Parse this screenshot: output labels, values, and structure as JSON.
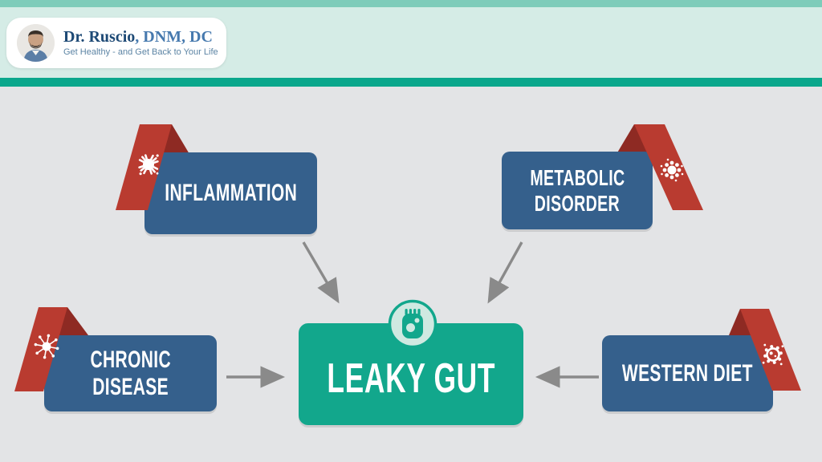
{
  "header": {
    "brand": {
      "name": "Dr. Ruscio",
      "credentials": ", DNM, DC",
      "tagline": "Get Healthy - and Get Back to Your Life",
      "avatar": "dr-ruscio-portrait"
    },
    "colors": {
      "top_band": "#7eccba",
      "header_bg": "#d5ece6",
      "stripe": "#0aa78c",
      "brand_name": "#1d4975",
      "brand_credentials": "#4679ae",
      "tagline": "#5c84a4"
    }
  },
  "diagram": {
    "center": {
      "lines": [
        "LEAKY GUT"
      ],
      "icon": "gut-microbe-icon",
      "box_color": "#12a78c",
      "badge_bg": "#cfe9e1"
    },
    "factors": [
      {
        "id": "inflammation",
        "lines": [
          "INFLAMMATION"
        ],
        "icon": "bacteria-icon",
        "ribbon_side": "left",
        "position": "top-left"
      },
      {
        "id": "metabolic-disorder",
        "lines": [
          "METABOLIC",
          "DISORDER"
        ],
        "icon": "virus-icon",
        "ribbon_side": "right",
        "position": "top-right"
      },
      {
        "id": "chronic-disease",
        "lines": [
          "CHRONIC",
          "DISEASE"
        ],
        "icon": "flagella-germ-icon",
        "ribbon_side": "left",
        "position": "bottom-left"
      },
      {
        "id": "western-diet",
        "lines": [
          "WESTERN DIET"
        ],
        "icon": "spiked-microbe-icon",
        "ribbon_side": "right",
        "position": "bottom-right"
      }
    ],
    "colors": {
      "factor_box": "#35608c",
      "ribbon": "#b93b30",
      "ribbon_fold": "#8e2a23",
      "arrow": "#8a8a8a",
      "canvas_bg": "#e3e4e6"
    }
  }
}
